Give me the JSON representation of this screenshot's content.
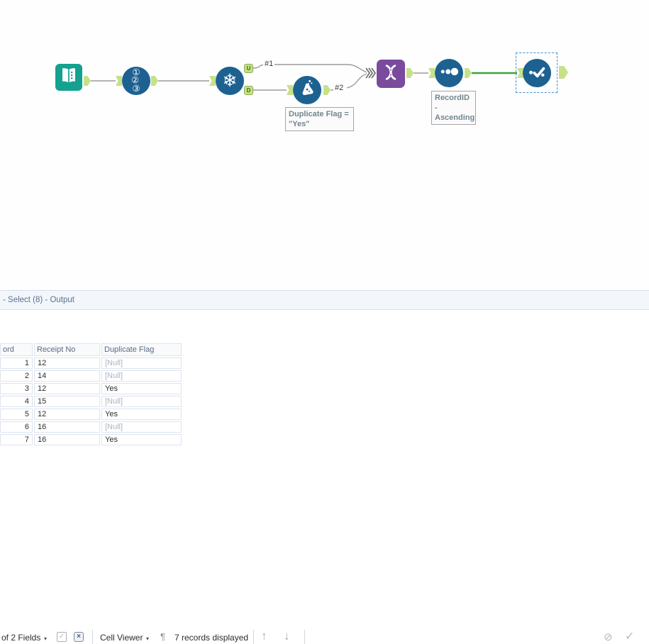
{
  "canvas": {
    "recordid_glyphs": [
      "①",
      "②",
      "③"
    ],
    "unique_outputs": {
      "u": "U",
      "d": "D"
    },
    "snowflake_glyph": "❄",
    "connection_labels": {
      "branch1": "#1",
      "branch2": "#2"
    },
    "annotations": {
      "formula": {
        "line1": "Duplicate Flag =",
        "line2": "\"Yes\""
      },
      "sort": {
        "line1": "RecordID -",
        "line2": "Ascending"
      }
    }
  },
  "results_panel": {
    "title": "- Select (8) - Output",
    "toolbar": {
      "fields_label": "of 2 Fields",
      "caret_glyph": "▾",
      "check_glyph": "✓",
      "close_glyph": "×",
      "cell_viewer_label": "Cell Viewer",
      "paragraph_glyph": "¶",
      "records_label": "7 records displayed",
      "up_glyph": "↑",
      "down_glyph": "↓",
      "block_glyph": "⊘",
      "apply_glyph": "✓"
    },
    "table": {
      "headers": [
        "ord",
        "Receipt No",
        "Duplicate Flag"
      ],
      "rows": [
        {
          "record": "1",
          "receipt_no": "12",
          "duplicate_flag": "[Null]"
        },
        {
          "record": "2",
          "receipt_no": "14",
          "duplicate_flag": "[Null]"
        },
        {
          "record": "3",
          "receipt_no": "12",
          "duplicate_flag": "Yes"
        },
        {
          "record": "4",
          "receipt_no": "15",
          "duplicate_flag": "[Null]"
        },
        {
          "record": "5",
          "receipt_no": "12",
          "duplicate_flag": "Yes"
        },
        {
          "record": "6",
          "receipt_no": "16",
          "duplicate_flag": "[Null]"
        },
        {
          "record": "7",
          "receipt_no": "16",
          "duplicate_flag": "Yes"
        }
      ]
    }
  },
  "colors": {
    "tool-blue": "#1d6191",
    "tool-teal": "#14a18f",
    "tool-purple": "#7a4b9d",
    "anchor-green": "#c6e188",
    "anchor-border": "#8aad51",
    "connection-gray": "#9b9b9b",
    "connection-green": "#3ba53b",
    "selection-blue": "#3f8fd6"
  }
}
